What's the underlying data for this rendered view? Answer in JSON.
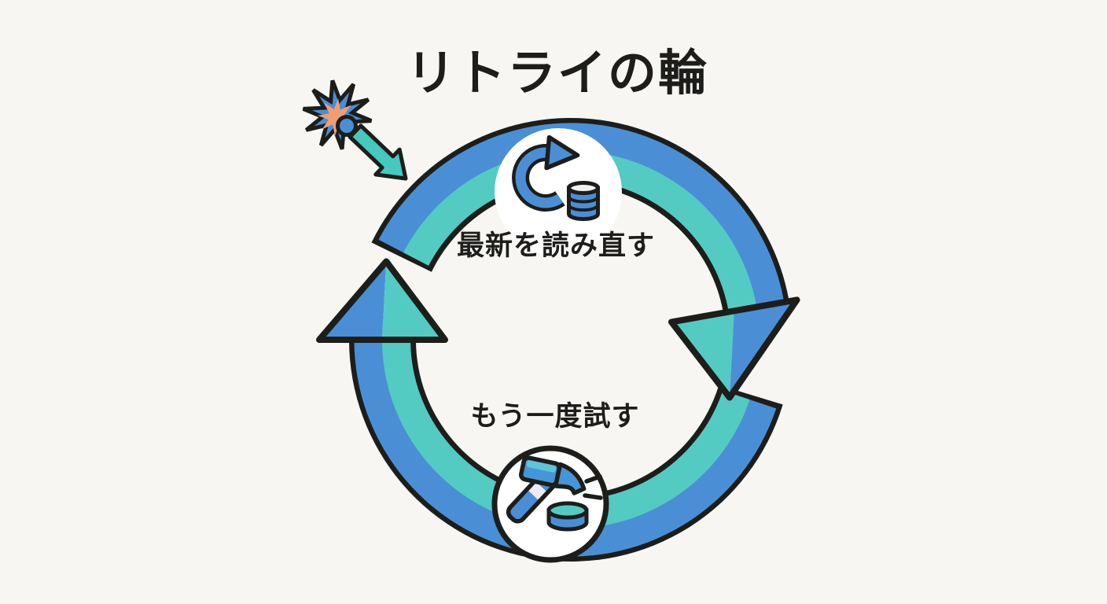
{
  "title": "リトライの輪",
  "loop": {
    "direction": "clockwise",
    "steps": [
      {
        "id": "read-latest",
        "position": "top",
        "label": "最新を読み直す",
        "icon": "refresh-database-icon"
      },
      {
        "id": "try-again",
        "position": "bottom",
        "label": "もう一度試す",
        "icon": "hammer-strike-icon"
      }
    ]
  },
  "trigger": {
    "icon": "conflict-burst-icon",
    "arrow_icon": "incoming-arrow-icon"
  },
  "colors": {
    "background": "#f7f6f3",
    "ring_blue": "#4a8fd6",
    "ring_teal": "#53cbc2",
    "outline": "#1d1d1b",
    "text": "#1d1d1b",
    "white": "#ffffff",
    "burst_orange": "#f09d74",
    "incoming_teal": "#45c8bd",
    "icon_head_blue": "#4596d8",
    "icon_accent_teal": "#5ec4d7",
    "cylinder_top": "#f1f2ef",
    "handle_band": "#e9edf0"
  }
}
